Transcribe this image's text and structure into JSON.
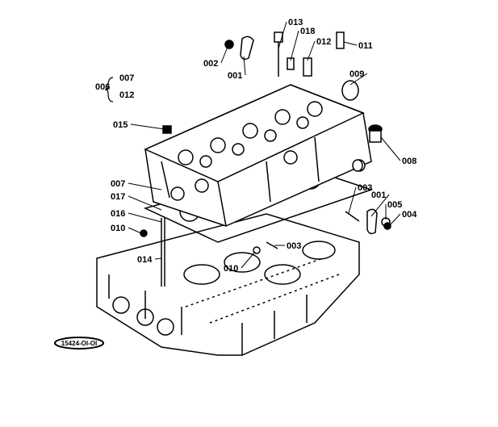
{
  "diagram": {
    "labels": [
      "013",
      "018",
      "012",
      "011",
      "002",
      "001",
      "009",
      "006",
      "007",
      "012",
      "015",
      "008",
      "007",
      "017",
      "016",
      "010",
      "003",
      "001",
      "005",
      "004",
      "014",
      "003",
      "010"
    ],
    "reference_code": "15424-OI-OI"
  },
  "colors": {
    "ink": "#000000",
    "background": "#ffffff"
  }
}
